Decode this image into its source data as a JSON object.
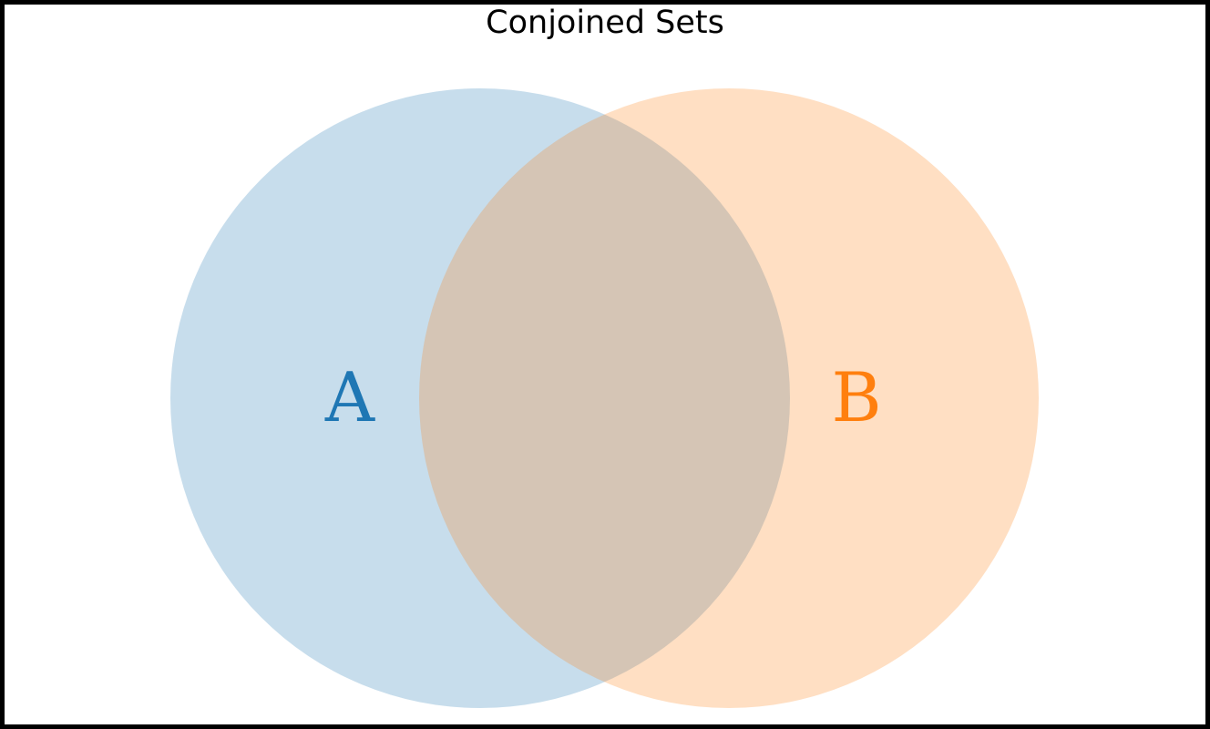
{
  "figure": {
    "title": "Conjoined Sets",
    "background_color": "#ffffff",
    "border_color": "#000000"
  },
  "venn": {
    "sets": [
      {
        "label": "A",
        "fill_color": "#1f77b4",
        "fill_opacity": "0.25",
        "label_color": "#1f77b4"
      },
      {
        "label": "B",
        "fill_color": "#ff7f0e",
        "fill_opacity": "0.25",
        "label_color": "#ff7f0e"
      }
    ]
  }
}
